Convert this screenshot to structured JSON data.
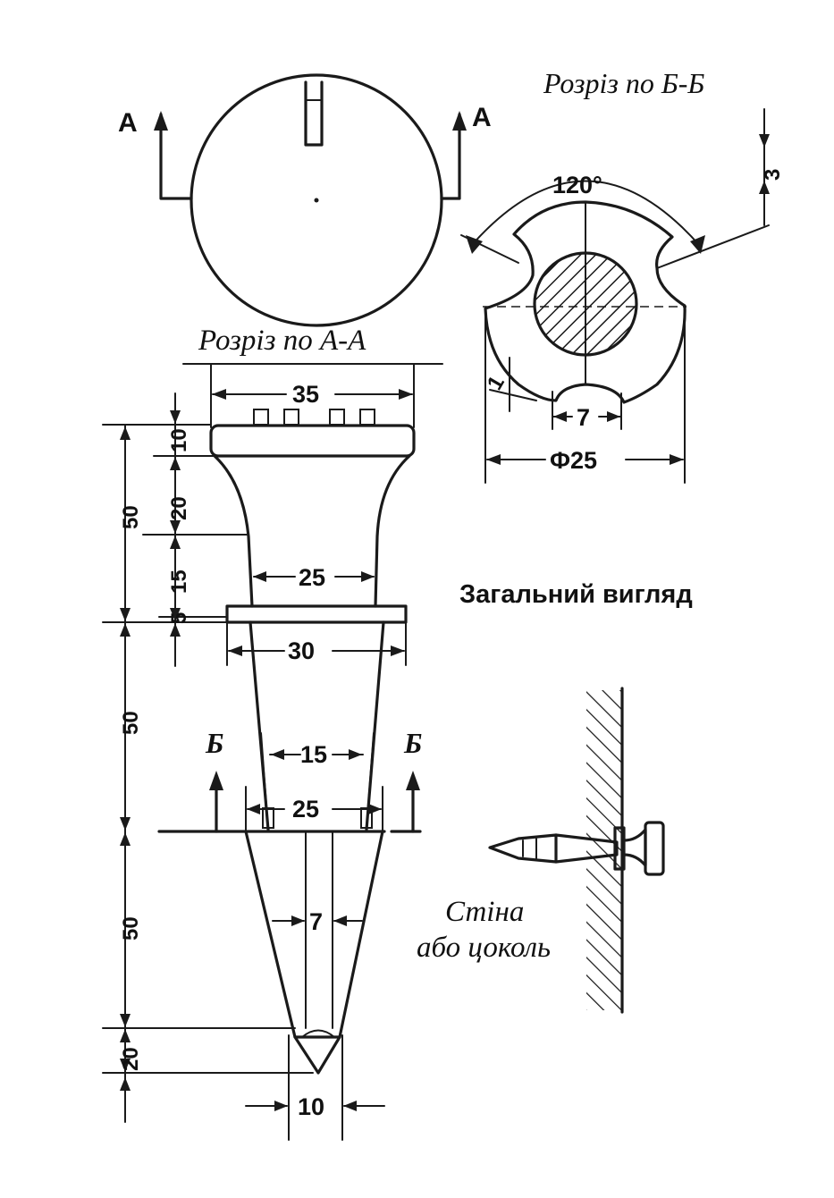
{
  "titles": {
    "section_bb": "Розріз по Б-Б",
    "section_aa": "Розріз по А-А",
    "general_view": "Загальний вигляд",
    "wall_line1": "Стіна",
    "wall_line2": "або цоколь"
  },
  "section_letters": {
    "a_left": "А",
    "a_right": "А",
    "b_left": "Б",
    "b_right": "Б"
  },
  "dimensions": {
    "d35": "35",
    "d10": "10",
    "d20a": "20",
    "d15a": "15",
    "d5": "5",
    "d25a": "25",
    "d30": "30",
    "d50a": "50",
    "d50b": "50",
    "d50c": "50",
    "d15b": "15",
    "d25b": "25",
    "d7a": "7",
    "d20b": "20",
    "d10b": "10",
    "angle": "120°",
    "d3": "3",
    "d7b": "7",
    "phi25": "Ф25",
    "d1": "1"
  }
}
